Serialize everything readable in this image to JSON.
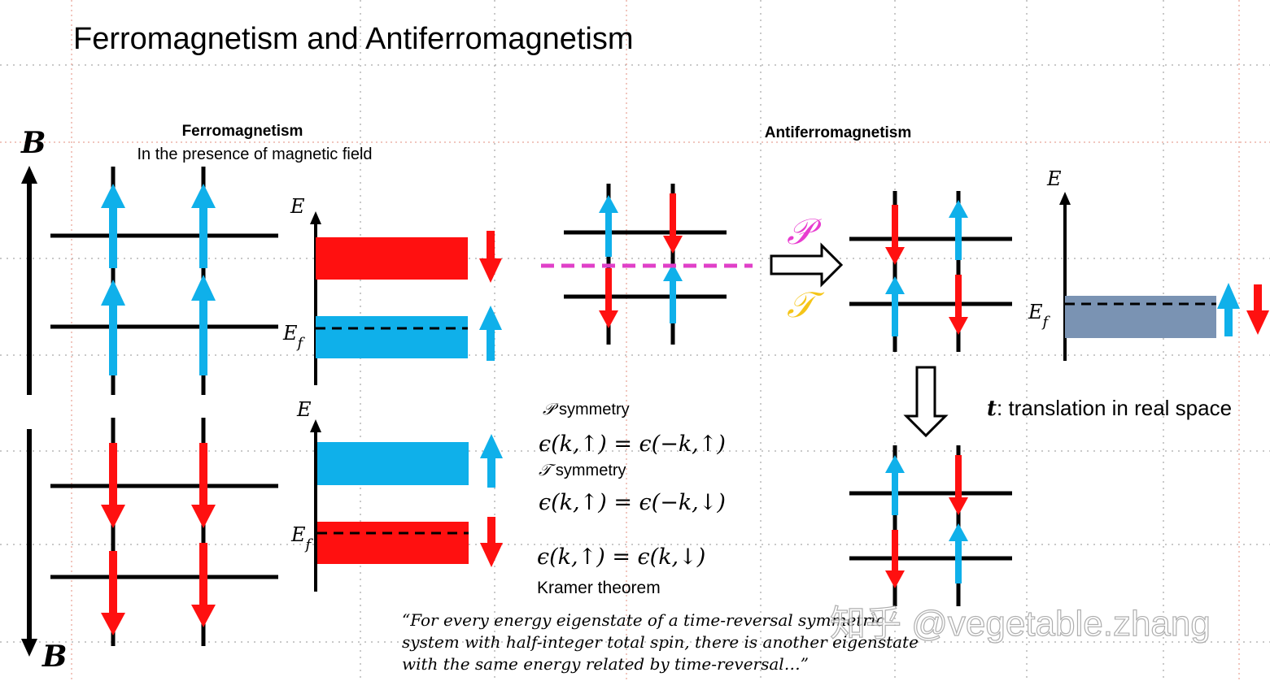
{
  "title": "Ferromagnetism and Antiferromagnetism",
  "colors": {
    "spin_up": "#0fb0ea",
    "spin_down": "#ff1010",
    "p_symbol": "#e83cd0",
    "t_symbol": "#f5c518",
    "band_afm": "#7a93b3",
    "dashed_pink": "#e040c8",
    "guide_red": "#e08070",
    "guide_gray": "#999999"
  },
  "ferro": {
    "heading": "Ferromagnetism",
    "subheading": "In the presence of magnetic field",
    "field_label_top": "B",
    "field_label_bottom": "B",
    "axis_e_top": "E",
    "axis_ef_top": "E",
    "axis_ef_top_sub": "f",
    "axis_e_bottom": "E",
    "axis_ef_bottom": "E",
    "axis_ef_bottom_sub": "f"
  },
  "afm": {
    "heading": "Antiferromagnetism",
    "p_symbol": "𝒫",
    "t_symbol": "𝒯",
    "axis_e": "E",
    "axis_ef": "E",
    "axis_ef_sub": "f",
    "translation_symbol": "t",
    "translation_text": ": translation in real space"
  },
  "symmetry": {
    "p_symbol": "𝒫",
    "p_label": " symmetry",
    "p_eq": "ϵ(k,↑) = ϵ(−k,↑)",
    "t_symbol": "𝒯",
    "t_label": " symmetry",
    "t_eq": "ϵ(k,↑) = ϵ(−k,↓)",
    "kramer_eq": "ϵ(k,↑) = ϵ(k,↓)",
    "kramer_label": "Kramer theorem"
  },
  "quote": {
    "line1": "“For every energy eigenstate of a time-reversal symmetric",
    "line2": "system with half-integer total spin, there is another eigenstate",
    "line3": "with the same energy related by time-reversal…”"
  },
  "watermark": "知乎 @vegetable.zhang"
}
